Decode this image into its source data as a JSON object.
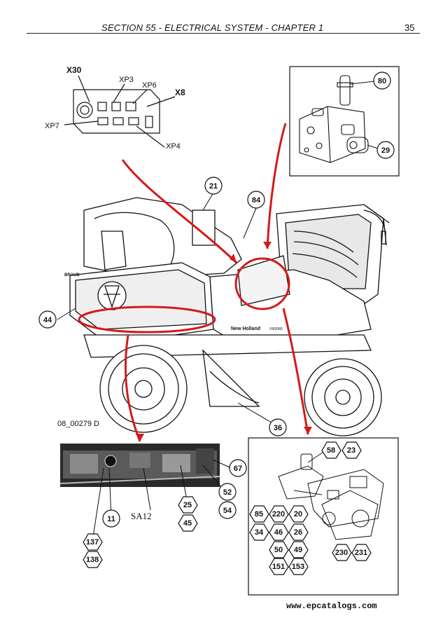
{
  "header": {
    "title": "SECTION 55 - ELECTRICAL SYSTEM - CHAPTER 1",
    "page_number": "35"
  },
  "connector_labels": {
    "x30": "X30",
    "xp3": "XP3",
    "xp6": "XP6",
    "x8": "X8",
    "xp7": "XP7",
    "xp4": "XP4"
  },
  "callouts": {
    "c21": "21",
    "c84": "84",
    "c80": "80",
    "c29": "29",
    "c44": "44",
    "c36": "36",
    "c67": "67",
    "c52": "52",
    "c54": "54",
    "c25": "25",
    "c45": "45",
    "c11": "11",
    "c137": "137",
    "c138": "138",
    "c58": "58",
    "c23": "23",
    "c85": "85",
    "c220": "220",
    "c20": "20",
    "c34": "34",
    "c46": "46",
    "c26": "26",
    "c50": "50",
    "c49": "49",
    "c151": "151",
    "c153": "153",
    "c230": "230",
    "c231": "231"
  },
  "figure_code": "08_00279 D",
  "switch_label": "SA12",
  "machine_branding": {
    "brand": "New Holland",
    "model": "VM3080",
    "side_logo": "BRAUD"
  },
  "footer_url": "www.epcatalogs.com",
  "colors": {
    "callout_arrow": "#d41a1a",
    "line_art": "#111111",
    "photo_dark": "#2a2a2a"
  }
}
